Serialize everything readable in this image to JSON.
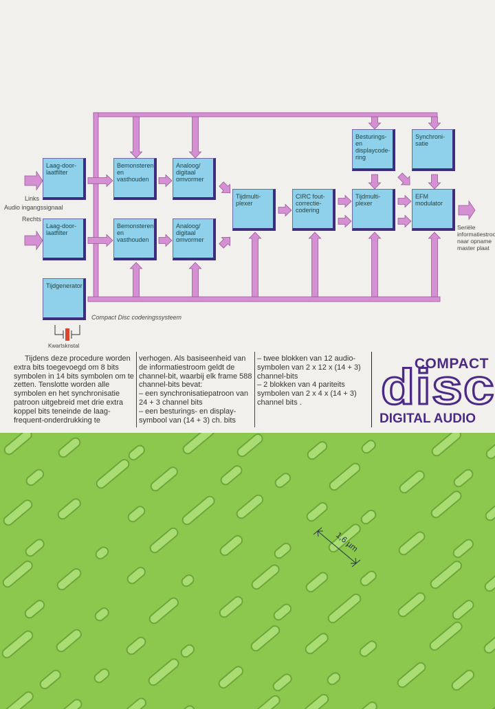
{
  "diagram": {
    "blocks": {
      "filter_left": "Laag-door-laatfilter",
      "filter_right": "Laag-door-laatfilter",
      "time_generator": "Tijdgenerator",
      "sample_hold_top": "Bemonsteren en vasthouden",
      "sample_hold_bottom": "Bemonsteren en vasthouden",
      "adc_top": "Analoog/ digitaal omvormer",
      "adc_bottom": "Analoog/ digitaal omvormer",
      "time_mux_1": "Tijdmulti-plexer",
      "circ": "CIRC fout-correctie-codering",
      "time_mux_2": "Tijdmulti-plexer",
      "control_display": "Besturings- en displaycode-ring",
      "sync": "Synchroni-satie",
      "efm": "EFM modulator"
    },
    "labels": {
      "left": "Links",
      "audio_input": "Audio ingangssignaal",
      "right": "Rechts",
      "output": "Seriële informatiestroom naar opname master plaat",
      "caption": "Compact Disc coderingssysteem",
      "crystal": "Kwartsknstal"
    },
    "colors": {
      "bus": "#d58fd3",
      "block": "#8fd0ea",
      "block_shadow": "#3c2d7e"
    }
  },
  "text": {
    "col1": "Tijdens deze procedure worden extra bits toegevoegd om 8 bits symbolen in 14 bits symbolen om te zetten. Tenslotte worden alle symbolen en het synchronisatie patroon uitgebreid met drie extra koppel bits teneinde de laag-frequent-onderdrukking te",
    "col2_intro": "verhogen. Als basiseenheid van de informatiestroom geldt de channel-bit, waarbij elk frame 588 channel-bits bevat:",
    "col2_item1": "– een synchronisatiepatroon van 24 + 3 channel bits",
    "col2_item2": "– een besturings- en display-symbool van (14 + 3) ch. bits",
    "col3_item1": "– twee blokken van 12 audio-symbolen van 2 x 12 x (14 + 3) channel-bits",
    "col3_item2": "– 2 blokken van 4 pariteits symbolen van 2 x 4 x (14 + 3) channel bits ."
  },
  "logo": {
    "top": "COMPACT",
    "middle": "disc",
    "bottom": "DIGITAL AUDIO",
    "color": "#4b2a86"
  },
  "photo": {
    "scale_label": "1,6 µm",
    "color": "#8cc84e"
  }
}
